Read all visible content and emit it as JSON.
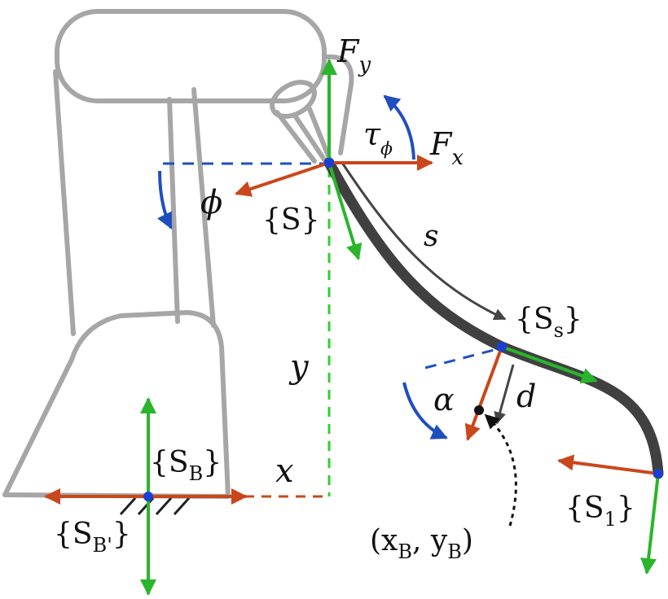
{
  "colors": {
    "robot": "#a6a6a6",
    "cable": "#404040",
    "force_green": "#2ab52a",
    "frame_red": "#c9471b",
    "angle_blue": "#1f4fbf",
    "dash_green": "#33cc33",
    "node": "#1a3fd6",
    "text": "#111111"
  },
  "labels": {
    "fy": "F",
    "fy_sub": "y",
    "fx": "F",
    "fx_sub": "x",
    "tau": "τ",
    "tau_sub": "ϕ",
    "phi": "ϕ",
    "frame_s": "{S}",
    "arc_s": "s",
    "frame_ss_open": "{S",
    "frame_ss_sub": "s",
    "frame_ss_close": "}",
    "y": "y",
    "alpha": "α",
    "d": "d",
    "frame_sb_open": "{S",
    "frame_sb_sub": "B",
    "frame_sb_close": "}",
    "x": "x",
    "frame_sbp_open": "{S",
    "frame_sbp_sub": "B'",
    "frame_sbp_close": "}",
    "point_open": "(x",
    "point_sub1": "B",
    "point_mid": ", y",
    "point_sub2": "B",
    "point_close": ")",
    "frame_s1_open": "{S",
    "frame_s1_sub": "1",
    "frame_s1_close": "}"
  },
  "icons": {
    "gripper": "robot-gripper-icon"
  }
}
